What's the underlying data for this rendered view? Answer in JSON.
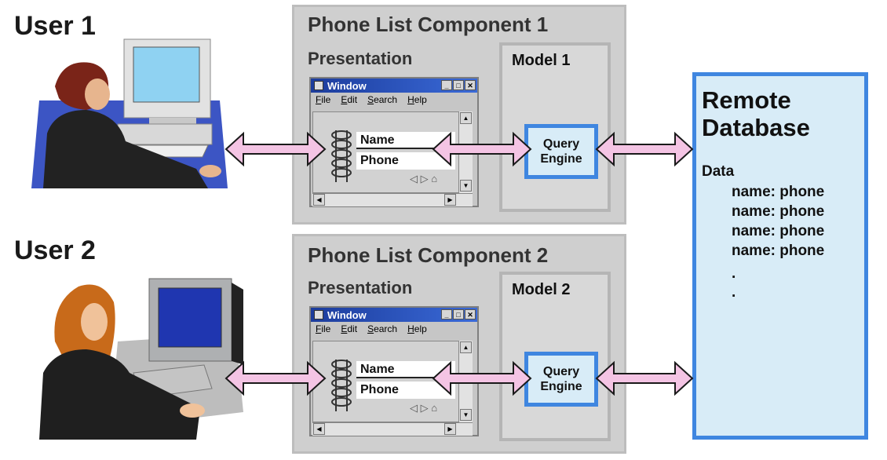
{
  "users": [
    {
      "label": "User 1"
    },
    {
      "label": "User 2"
    }
  ],
  "components": [
    {
      "title": "Phone List Component 1",
      "presentation_label": "Presentation",
      "window": {
        "title": "Window",
        "menu": [
          "File",
          "Edit",
          "Search",
          "Help"
        ],
        "fields": [
          "Name",
          "Phone"
        ]
      },
      "model_label": "Model 1",
      "query_engine": [
        "Query",
        "Engine"
      ]
    },
    {
      "title": "Phone List Component 2",
      "presentation_label": "Presentation",
      "window": {
        "title": "Window",
        "menu": [
          "File",
          "Edit",
          "Search",
          "Help"
        ],
        "fields": [
          "Name",
          "Phone"
        ]
      },
      "model_label": "Model 2",
      "query_engine": [
        "Query",
        "Engine"
      ]
    }
  ],
  "database": {
    "title_lines": [
      "Remote",
      "Database"
    ],
    "data_label": "Data",
    "rows": [
      "name: phone",
      "name: phone",
      "name: phone",
      "name: phone",
      ".",
      "."
    ]
  },
  "colors": {
    "arrow_fill": "#f4c4e4",
    "arrow_stroke": "#1a1a1a",
    "accent_blue": "#3f86e0",
    "db_fill": "#d8ecf7",
    "component_fill": "#cfcfcf"
  }
}
